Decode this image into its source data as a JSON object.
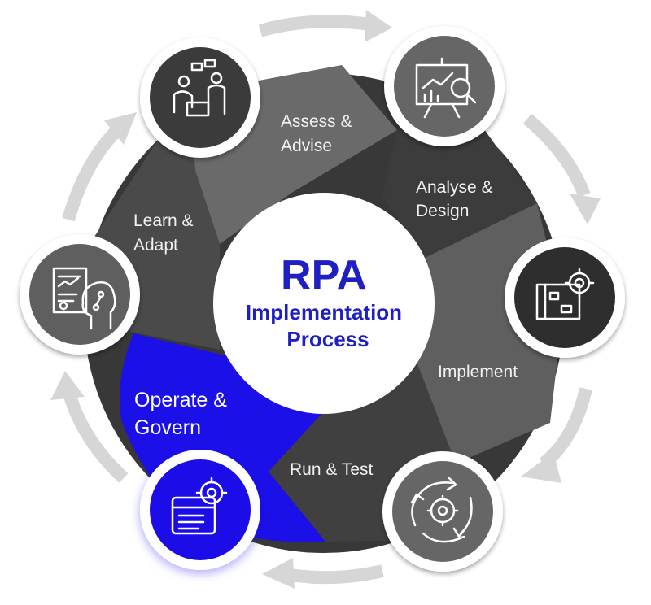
{
  "center": {
    "title": "RPA",
    "line1": "Implementation",
    "line2": "Process"
  },
  "stages": [
    {
      "label_lines": [
        "Assess &",
        "Advise"
      ],
      "icon": "consultation-icon"
    },
    {
      "label_lines": [
        "Analyse &",
        "Design"
      ],
      "icon": "presentation-analysis-icon"
    },
    {
      "label_lines": [
        "Implement"
      ],
      "icon": "blueprint-gear-icon"
    },
    {
      "label_lines": [
        "Run & Test"
      ],
      "icon": "cycle-gear-icon"
    },
    {
      "label_lines": [
        "Operate &",
        "Govern"
      ],
      "icon": "dashboard-gear-icon",
      "highlighted": true
    },
    {
      "label_lines": [
        "Learn &",
        "Adapt"
      ],
      "icon": "document-brain-icon"
    }
  ],
  "colors": {
    "dark": "#383838",
    "mid": "#5a5a5a",
    "light": "#6e6e6e",
    "highlight": "#1c10e8",
    "title_blue": "#1f1fc2",
    "arrow": "#d6d6d6",
    "label": "#f2f2f2"
  }
}
